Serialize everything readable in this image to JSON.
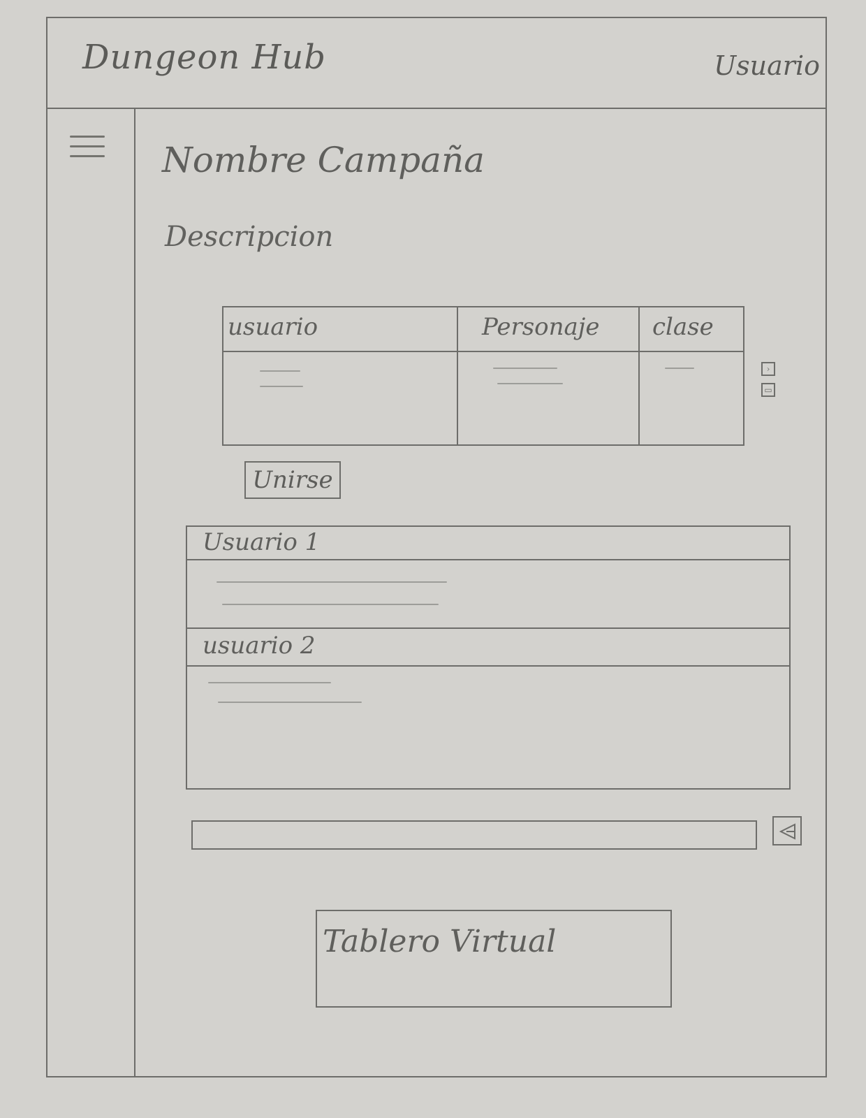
{
  "header": {
    "title": "Dungeon Hub",
    "user_label": "Usuario"
  },
  "sidebar": {
    "menu_icon": "hamburger-icon"
  },
  "campaign": {
    "name": "Nombre Campaña",
    "description": "Descripcion"
  },
  "party_table": {
    "columns": [
      "usuario",
      "Personaje",
      "clase"
    ],
    "row_actions": [
      "forward-icon",
      "edit-icon"
    ]
  },
  "actions": {
    "join_label": "Unirse"
  },
  "chat": {
    "messages": [
      {
        "user": "Usuario 1"
      },
      {
        "user": "usuario 2"
      }
    ],
    "send_icon": "send-icon"
  },
  "board": {
    "label": "Tablero Virtual"
  }
}
